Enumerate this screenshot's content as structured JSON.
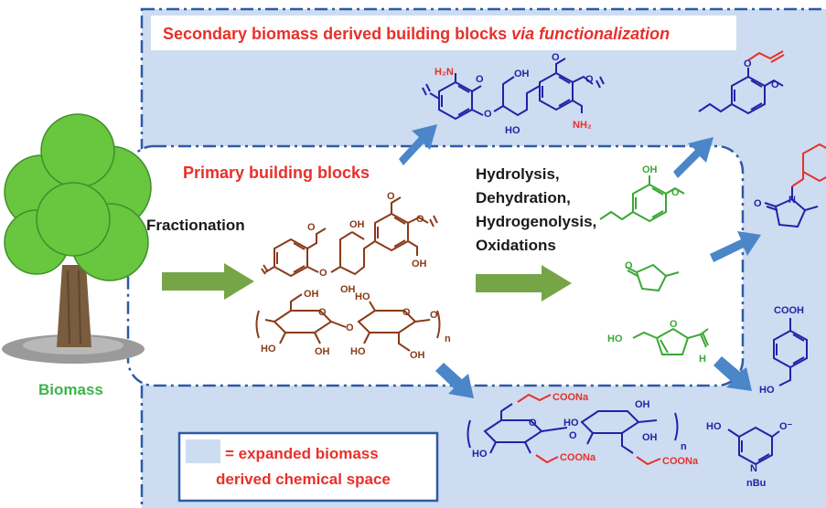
{
  "titles": {
    "secondary": "Secondary biomass derived building blocks ",
    "secondary_italic": "via functionalization",
    "primary": "Primary building blocks"
  },
  "labels": {
    "biomass": "Biomass",
    "fractionation": "Fractionation",
    "processes": [
      "Hydrolysis,",
      "Dehydration,",
      "Hydrogenolysis,",
      "Oxidations"
    ]
  },
  "legend": {
    "lines": [
      "= expanded biomass",
      "derived chemical space"
    ]
  },
  "atoms": {
    "amine": "H₂N",
    "amine_right": "NH₂",
    "oh": "OH",
    "ho": "HO",
    "o": "O",
    "o_minus": "O⁻",
    "h": "H",
    "n": "N",
    "nbu": "nBu",
    "n_sub": "n",
    "cooh": "COOH",
    "coona": "COONa"
  },
  "colors": {
    "title_red": "#e8302a",
    "label_green": "#3cb44a",
    "region_fill": "#cddcf0",
    "dash_blue": "#2e5aa6",
    "arrow_green": "#76a548",
    "arrow_blue": "#4a86c8",
    "lignin_brown": "#8b3a1a",
    "product_green": "#3aa835",
    "product_blue": "#2222a8",
    "tree_green": "#68c63f",
    "trunk": "#7a5c3e"
  }
}
